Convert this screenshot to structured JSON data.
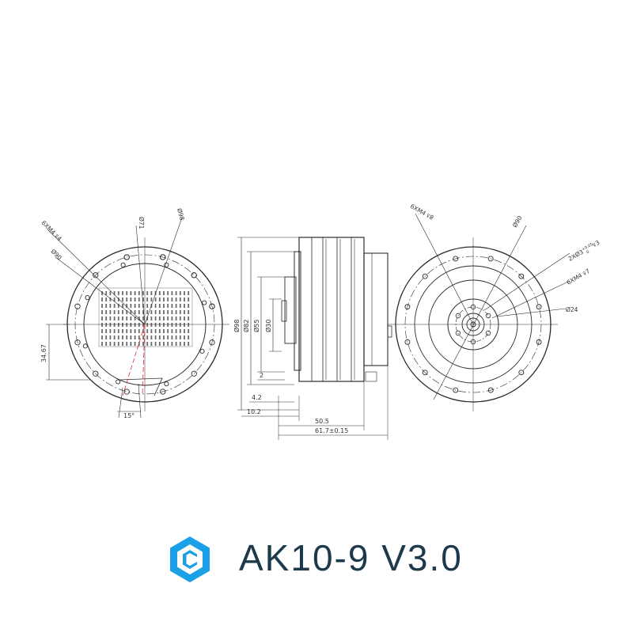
{
  "title": "AK10-9 V3.0",
  "colors": {
    "brand": "#19a0e6",
    "title": "#1d3a4c",
    "line": "#2b2b2b",
    "hatch": "#6a6a6a",
    "red": "#e32a2a"
  },
  "front_view": {
    "callout_mounting": "6XM4",
    "callout_mounting_depth": "4",
    "callout_diameter_outer": "Ø90",
    "callout_diameter_71": "Ø71",
    "callout_diameter_98": "Ø98",
    "dimension_height": "34.67",
    "dimension_angle": "15°"
  },
  "side_view": {
    "dia_98": "Ø98",
    "dia_82": "Ø82",
    "dia_55": "Ø55",
    "dia_30": "Ø30",
    "dim_2": "2",
    "dim_4_2": "4.2",
    "dim_10_2": "10.2",
    "dim_50_5": "50.5",
    "dim_61_7": "61.7±0.15"
  },
  "back_view": {
    "callout_mounting": "6XM4",
    "callout_mounting_depth": "8",
    "callout_diameter_90": "Ø90",
    "callout_pin": "2XØ3",
    "callout_pin_tol": "+0.05",
    "callout_pin_tol_low": "0",
    "callout_pin_depth": "3",
    "callout_inner": "6XM4",
    "callout_inner_depth": "7",
    "callout_diameter_24": "Ø24"
  }
}
